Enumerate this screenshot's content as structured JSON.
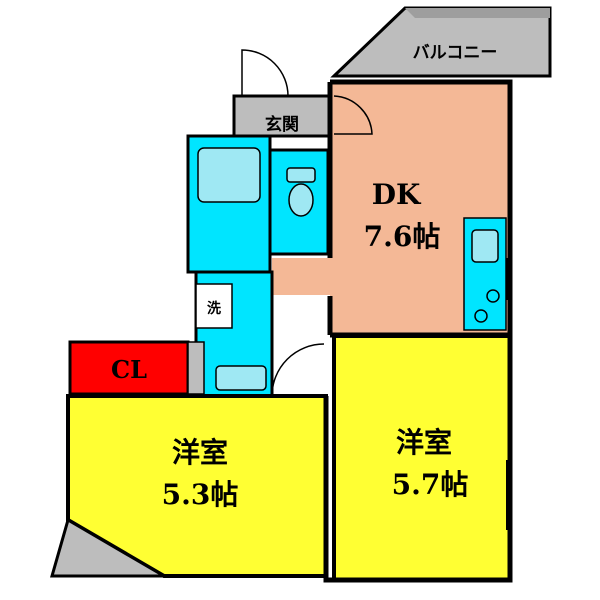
{
  "rooms": {
    "balcony": {
      "label": "バルコニー",
      "color": "#bdbdbd"
    },
    "entrance": {
      "label": "玄関",
      "color": "#bdbdbd"
    },
    "dk": {
      "label": "DK",
      "size": "7.6帖",
      "color": "#f4b896"
    },
    "closet": {
      "label": "CL",
      "color": "#ff0000"
    },
    "western_left": {
      "label": "洋室",
      "size": "5.3帖",
      "color": "#ffff33"
    },
    "western_right": {
      "label": "洋室",
      "size": "5.7帖",
      "color": "#ffff33"
    },
    "washer": {
      "label": "洗",
      "color": "#ffffff"
    },
    "wet_area": {
      "color": "#00e5ff"
    }
  },
  "icons": [
    "bathtub-icon",
    "toilet-icon",
    "washbasin-icon",
    "washer-icon",
    "sink-icon",
    "stove-icon"
  ]
}
